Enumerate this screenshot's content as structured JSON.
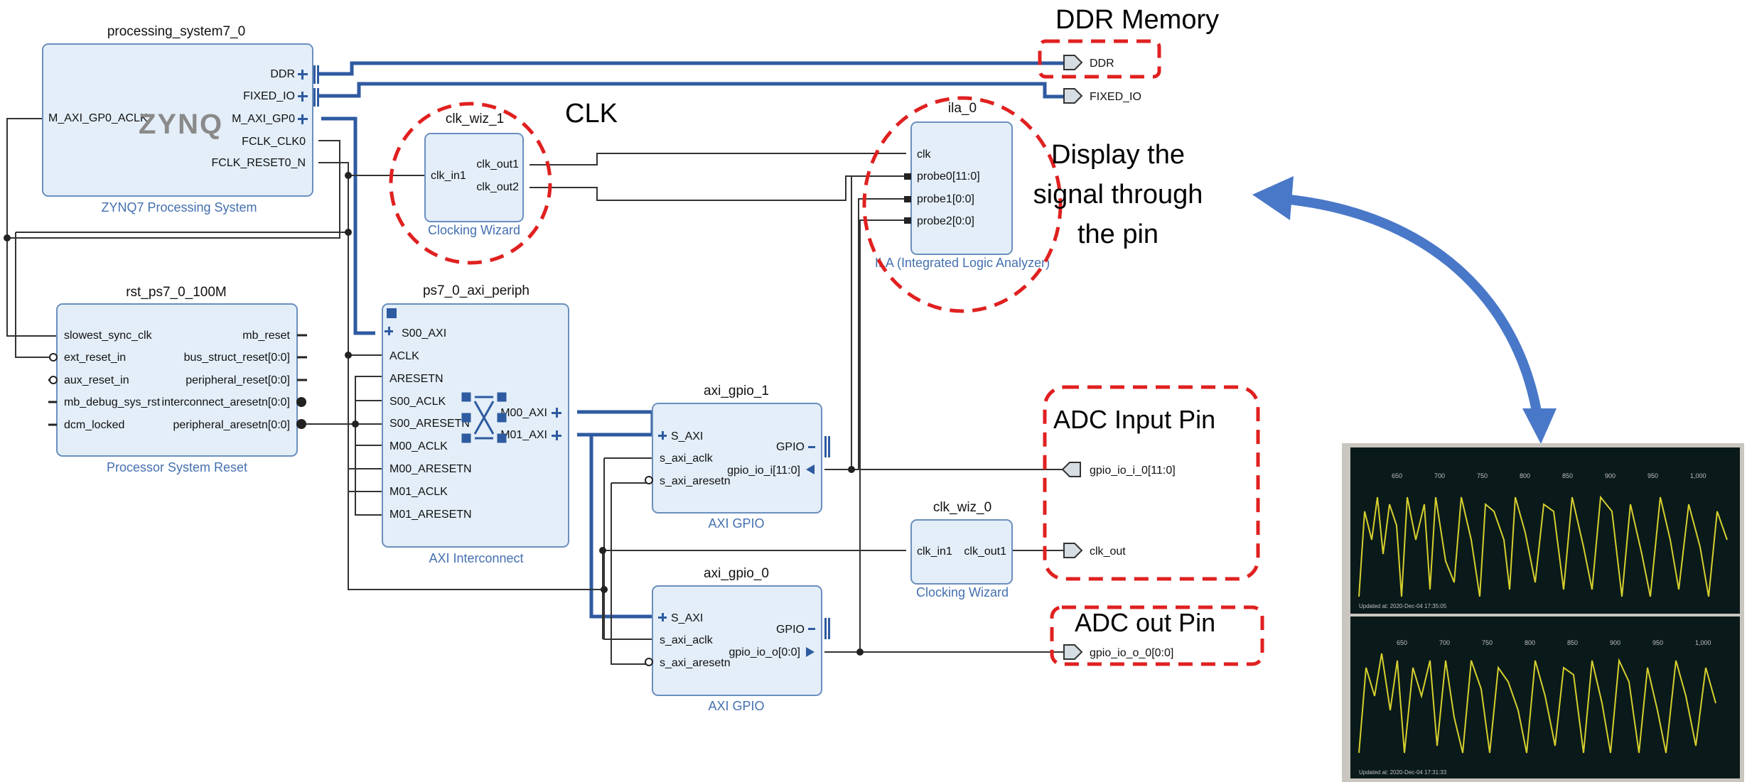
{
  "processing_system": {
    "instance": "processing_system7_0",
    "logo": "ZYNQ",
    "subtitle": "ZYNQ7 Processing System",
    "left_pin": "M_AXI_GP0_ACLK",
    "right_pins": [
      "DDR",
      "FIXED_IO",
      "M_AXI_GP0",
      "FCLK_CLK0",
      "FCLK_RESET0_N"
    ]
  },
  "clk_wiz_1": {
    "instance": "clk_wiz_1",
    "subtitle": "Clocking Wizard",
    "in_pin": "clk_in1",
    "out_pins": [
      "clk_out1",
      "clk_out2"
    ]
  },
  "ila": {
    "instance": "ila_0",
    "subtitle": "ILA (Integrated Logic Analyzer)",
    "pins": [
      "clk",
      "probe0[11:0]",
      "probe1[0:0]",
      "probe2[0:0]"
    ]
  },
  "rst": {
    "instance": "rst_ps7_0_100M",
    "subtitle": "Processor System Reset",
    "left_pins": [
      "slowest_sync_clk",
      "ext_reset_in",
      "aux_reset_in",
      "mb_debug_sys_rst",
      "dcm_locked"
    ],
    "right_pins": [
      "mb_reset",
      "bus_struct_reset[0:0]",
      "peripheral_reset[0:0]",
      "interconnect_aresetn[0:0]",
      "peripheral_aresetn[0:0]"
    ]
  },
  "interconnect": {
    "instance": "ps7_0_axi_periph",
    "subtitle": "AXI Interconnect",
    "left_pins": [
      "S00_AXI",
      "ACLK",
      "ARESETN",
      "S00_ACLK",
      "S00_ARESETN",
      "M00_ACLK",
      "M00_ARESETN",
      "M01_ACLK",
      "M01_ARESETN"
    ],
    "right_pins": [
      "M00_AXI",
      "M01_AXI"
    ]
  },
  "gpio1": {
    "instance": "axi_gpio_1",
    "subtitle": "AXI GPIO",
    "left_pins": [
      "S_AXI",
      "s_axi_aclk",
      "s_axi_aresetn"
    ],
    "right_pins": [
      "GPIO",
      "gpio_io_i[11:0]"
    ]
  },
  "gpio0": {
    "instance": "axi_gpio_0",
    "subtitle": "AXI GPIO",
    "left_pins": [
      "S_AXI",
      "s_axi_aclk",
      "s_axi_aresetn"
    ],
    "right_pins": [
      "GPIO",
      "gpio_io_o[0:0]"
    ]
  },
  "clk_wiz_0": {
    "instance": "clk_wiz_0",
    "subtitle": "Clocking Wizard",
    "in_pin": "clk_in1",
    "out_pin": "clk_out1"
  },
  "ports": [
    "DDR",
    "FIXED_IO",
    "gpio_io_i_0[11:0]",
    "clk_out",
    "gpio_io_o_0[0:0]"
  ],
  "annotations": {
    "ddr": "DDR Memory",
    "clk": "CLK",
    "display_lines": [
      "Display the",
      "signal through",
      "the pin"
    ],
    "adc_in": "ADC Input Pin",
    "adc_out": "ADC out Pin"
  },
  "scope": {
    "top_ticks": [
      "650",
      "700",
      "750",
      "800",
      "850",
      "900",
      "950",
      "1,000"
    ],
    "bottom_ticks": [
      "650",
      "700",
      "750",
      "800",
      "850",
      "900",
      "950",
      "1,000"
    ],
    "top_status": "Updated at: 2020-Dec-04 17:35:05",
    "bottom_status": "Updated at: 2020-Dec-04 17:31:33"
  },
  "colors": {
    "block_fill": "#e3eef9",
    "block_border": "#6b8fbd",
    "bus": "#2e5aa0",
    "annotation_red": "#e02020",
    "arrow_blue": "#4a78c8",
    "signal_yellow": "#d6cf2e"
  }
}
